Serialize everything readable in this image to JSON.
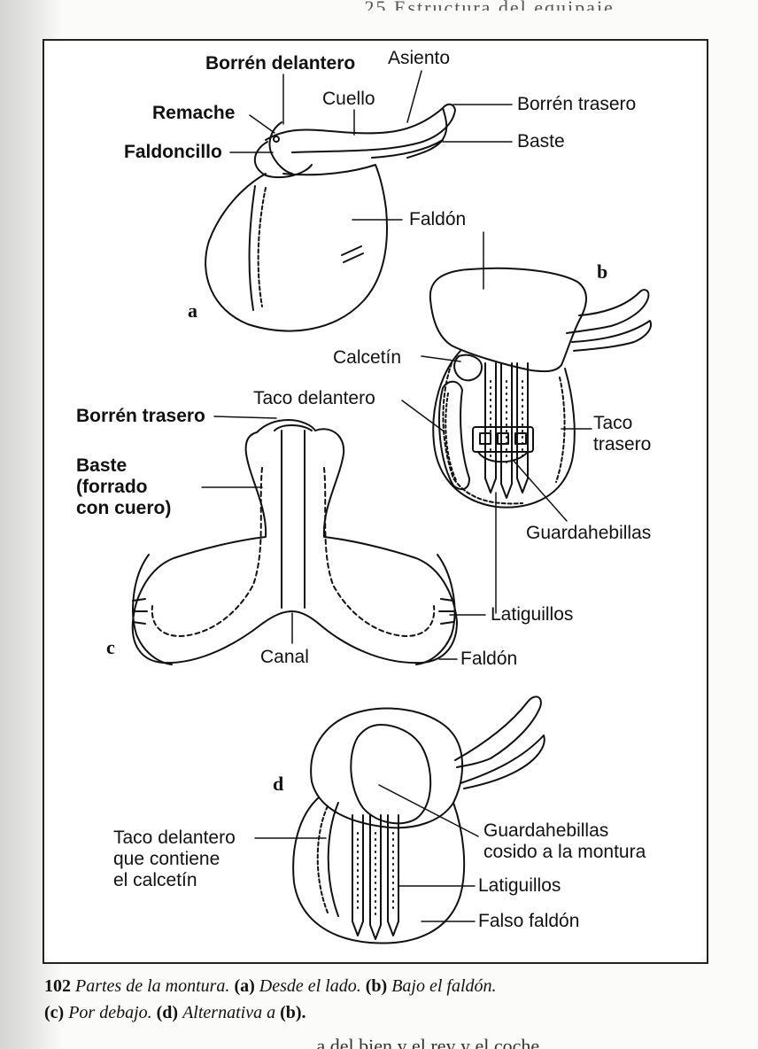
{
  "header_strip": "… 25 Estructura del equipaje …",
  "panels": {
    "a": "a",
    "b": "b",
    "c": "c",
    "d": "d"
  },
  "labels": {
    "a": {
      "borren_delantero": "Borrén delantero",
      "asiento": "Asiento",
      "cuello": "Cuello",
      "remache": "Remache",
      "borren_trasero": "Borrén trasero",
      "baste": "Baste",
      "faldoncillo": "Faldoncillo",
      "faldon": "Faldón"
    },
    "b": {
      "calcetin": "Calcetín",
      "taco_delantero": "Taco delantero",
      "taco_trasero": "Taco\ntrasero",
      "guardahebillas": "Guardahebillas",
      "latiguillos": "Latiguillos"
    },
    "c": {
      "borren_trasero": "Borrén trasero",
      "baste": "Baste\n(forrado\ncon cuero)",
      "canal": "Canal",
      "faldon": "Faldón"
    },
    "d": {
      "taco_delantero": "Taco delantero\nque contiene\nel calcetín",
      "guardahebillas": "Guardahebillas\ncosido a la montura",
      "latiguillos": "Latiguillos",
      "falso_faldon": "Falso faldón"
    }
  },
  "caption": {
    "number": "102",
    "title": "Partes de la montura.",
    "a_tag": "(a)",
    "a_text": "Desde el lado.",
    "b_tag": "(b)",
    "b_text": "Bajo el faldón.",
    "c_tag": "(c)",
    "c_text": "Por debajo.",
    "d_tag": "(d)",
    "d_text": "Alternativa a",
    "d_ref": "(b)."
  },
  "footer_strip": "… a del bien y el rey y el coche …"
}
